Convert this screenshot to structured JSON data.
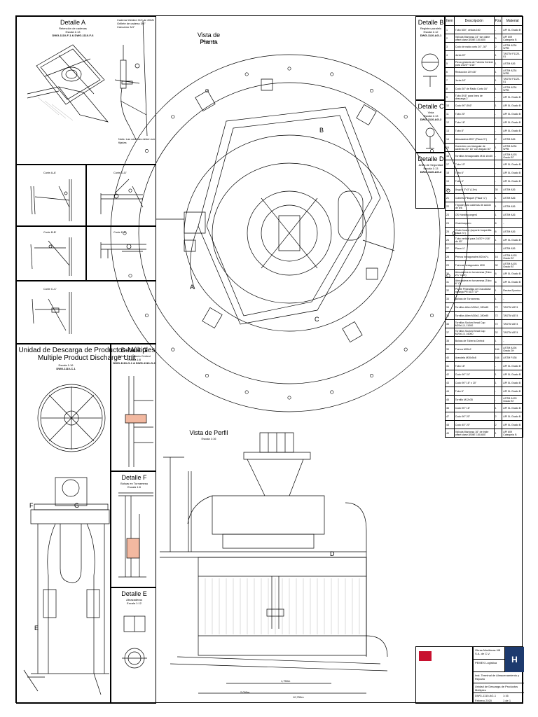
{
  "detail_a": {
    "title": "Detalle A",
    "subtitle": "Retención de cadenas",
    "scale": "Escala 1:13",
    "ref": "DWG-1110-F-1 & DWG-1110-F-6",
    "note_top": "Cadena Welded 3/4\" de 80kN",
    "note2": "Grillete de cadena 3/4\"",
    "note3": "Cáncamo 3/4\"",
    "note_bottom": "Nota: Las cadenas deben ser fijadas"
  },
  "cuts": [
    {
      "label": "Corte A-A'"
    },
    {
      "label": "Corte D-D'"
    },
    {
      "label": "Corte B-B'"
    },
    {
      "label": "Corte E-E'"
    },
    {
      "label": "Corte C-C'"
    }
  ],
  "main_title": {
    "line1": "Unidad de Descarga de Productos Múltiples",
    "line2": "Multiple Product Discharge Unit",
    "scale": "Escala 1:16",
    "ref": "DWG-1110-C-1"
  },
  "detail_g": {
    "title": "Detalle G",
    "subtitle": "Bolsas en Tubería Central",
    "scale": "Escala 1:8",
    "ref": "DWG-1110-G-1 & DWG-1110-G-2"
  },
  "detail_f": {
    "title": "Detalle F",
    "subtitle": "Bolsas en Turnamesa",
    "scale": "Escala 1:8"
  },
  "detail_e": {
    "title": "Detalle E",
    "subtitle": "Abrazaderas",
    "scale": "Escala 1:12"
  },
  "detail_b": {
    "title": "Detalle B",
    "subtitle": "Registro paralelo",
    "scale": "Escala 1:12",
    "ref": "DWG-1110-AG-1"
  },
  "detail_c": {
    "title": "Detalle C",
    "subtitle": "Vista",
    "scale": "Escala 1:13",
    "ref": "DWG-1110-AG-2"
  },
  "detail_d": {
    "title": "Detalle D",
    "subtitle": "Anillo de Seguridad",
    "scale": "Escala 1:13",
    "ref": "DWG-1110-AG-2"
  },
  "plan": {
    "title": "Vista de Planta",
    "scale": "Escala 1:16",
    "label_a": "A",
    "label_b": "B",
    "label_c": "C"
  },
  "profile": {
    "title": "Vista de Perfil",
    "scale": "Escala 1:16",
    "label_d": "D",
    "dim1": "1,750m",
    "dim2": "2,000m",
    "dim3": "10,750m"
  },
  "unit_labels": {
    "f": "F",
    "g": "G",
    "e": "E"
  },
  "bom": {
    "headers": [
      "Item",
      "Descripción",
      "Pza",
      "Material"
    ],
    "rows": [
      [
        "1",
        "Tubo 600\", cédula 160",
        "-",
        "API 5L Grado B"
      ],
      [
        "2",
        "Válvula Mariposa 24\" tan doble offset clase ASME 150-600",
        "3",
        "API 609 Categoría B"
      ],
      [
        "3",
        "Codo de radio corto 20\", 30°",
        "2",
        "ASTM A234 WPB"
      ],
      [
        "4",
        "Junta 20\"",
        "1",
        "TASTM F1120-01"
      ],
      [
        "5",
        "Pieza giratoria de Tubería Central para 24/20\"+1/16\"",
        "1",
        "ASTM A36"
      ],
      [
        "6",
        "Reducción 20\"x16\"",
        "1",
        "ASTM A234 WPB"
      ],
      [
        "7",
        "Junta 16\"",
        "1",
        "TASTM F1120-01"
      ],
      [
        "8",
        "Codo 30° de Radio Corto 16\"",
        "1",
        "ASTM A234 WPB"
      ],
      [
        "9",
        "Tubo Ø16\" para línea de descarga 2",
        "-",
        "API 5L Grado B"
      ],
      [
        "10",
        "Codo 90° Ø16\"",
        "1",
        "API 5L Grado B"
      ],
      [
        "11",
        "Tubo 20\"",
        "-",
        "API 5L Grado B"
      ],
      [
        "12",
        "Tubo 16\"",
        "-",
        "API 5L Grado B"
      ],
      [
        "13",
        "Tubo 8\"",
        "-",
        "API 5L Grado B"
      ],
      [
        "14",
        "Abrazadera Ø20\" (Placa ½\")",
        "2",
        "ASTM A36"
      ],
      [
        "15",
        "Conexión con triangular de cadenas 20\" 16\" con ángulo 30°",
        "1",
        "ASTM A234 WPB"
      ],
      [
        "16",
        "Tornillos hexagonales M16 10x35",
        "-",
        "ASTM A193 Grado B7"
      ],
      [
        "17",
        "Tubo 10\"",
        "-",
        "API 5L Grado B"
      ],
      [
        "18",
        "Tubo 6\"",
        "-",
        "API 5L Grado B"
      ],
      [
        "19",
        "Tubo 4\"",
        "-",
        "API 5L Grado B"
      ],
      [
        "20",
        "Ángulo 3\"x3\" (L3m)",
        "30",
        "ASTM A36"
      ],
      [
        "21",
        "Cubierta Plisquet (Placa ¼\")",
        "1",
        "ASTM A36"
      ],
      [
        "22",
        "Trípode para cadenas de acción de 6/6",
        "1",
        "ASTM A36"
      ],
      [
        "23",
        "OS Hoisting anger4",
        "1",
        "ASTM A36"
      ],
      [
        "24",
        "Chambaquero",
        "6",
        "-"
      ],
      [
        "25",
        "Chain hoarer (soporte boquerilla: placa ¾\")",
        "6",
        "ASTM A36"
      ],
      [
        "26",
        "Tubo vertical para 24/20\"+1/16\" de 90°",
        "1",
        "API 5L Grado B"
      ],
      [
        "27",
        "Placa ¼\"",
        "-",
        "ASTM A36"
      ],
      [
        "28",
        "Pernos hexagonales M24x1¼",
        "16",
        "ASTM A193 Grado B7"
      ],
      [
        "29",
        "Tuercas hexagonales M30",
        "32",
        "ASTM A193 Grado B7"
      ],
      [
        "30",
        "Abrazadera en turnamesa (Tubo 2¼\" CAS)",
        "6",
        "API 5L Grado B"
      ],
      [
        "31",
        "Abrazadera en turnamesa (Tubo 6\" C)",
        "6",
        "API 5L Grado B"
      ],
      [
        "32",
        "Pivote Pi/dealliga de Draculidad naranja PR 610 TCP",
        "1",
        "Resina Epoxica"
      ],
      [
        "33",
        "Bolsas de Turnamesa",
        "1",
        "-"
      ],
      [
        "34",
        "Tornillos Allen M30x2, 280x65",
        "72",
        "TASTM A574"
      ],
      [
        "35",
        "Tornillos Allen M30x2, 280x95",
        "72",
        "TASTM A574"
      ],
      [
        "36",
        "Tornillos Socked head Cap M20x1,5, 11000",
        "72",
        "TASTM A574"
      ],
      [
        "37",
        "Tornillos Socked head Cap M20x1,5, 16000",
        "32",
        "TASTM A574"
      ],
      [
        "38",
        "Bolsas de Tubería Central",
        "1",
        "-"
      ],
      [
        "39",
        "Tuerca M30x2",
        "164",
        "ASTM A194 Grado 2H"
      ],
      [
        "40",
        "Arandela M30x5x8",
        "164",
        "ASTM F436"
      ],
      [
        "41",
        "Tubo 16\"",
        "-",
        "API 5L Grado B"
      ],
      [
        "42",
        "Codo 90° 24\"",
        "1",
        "API 5L Grado B"
      ],
      [
        "43",
        "Codo 90° 16\" x 20\"",
        "1",
        "API 5L Grado B"
      ],
      [
        "44",
        "Tubo 6\"",
        "-",
        "API 5L Grado B"
      ],
      [
        "45",
        "Tornillo M12x35",
        "-",
        "ASTM A193 Grado B7"
      ],
      [
        "46",
        "Codo 90° 16\"",
        "1",
        "API 5L Grado B"
      ],
      [
        "47",
        "Codo 90° 20\"",
        "2",
        "API 5L Grado B"
      ],
      [
        "48",
        "Codo 45° 20\"",
        "2",
        "API 5L Grado B"
      ],
      [
        "49",
        "Válvula Mariposa 16\" de triple offset clase ASME 150-600",
        "1",
        "API 609 Categoría B"
      ]
    ]
  },
  "title_block": {
    "company": "Obras Marítimas HB S.A. de C.V.",
    "project": "PEMEX Logística",
    "location": "Inst. Terminal de Almacenamiento y Reparto",
    "drawing": "Unidad de Descarga de Productos Múltiples",
    "number": "DWG-1110-AG-1",
    "date": "Febrero 2020",
    "scale": "1:16",
    "sheet": "1 de 1"
  }
}
